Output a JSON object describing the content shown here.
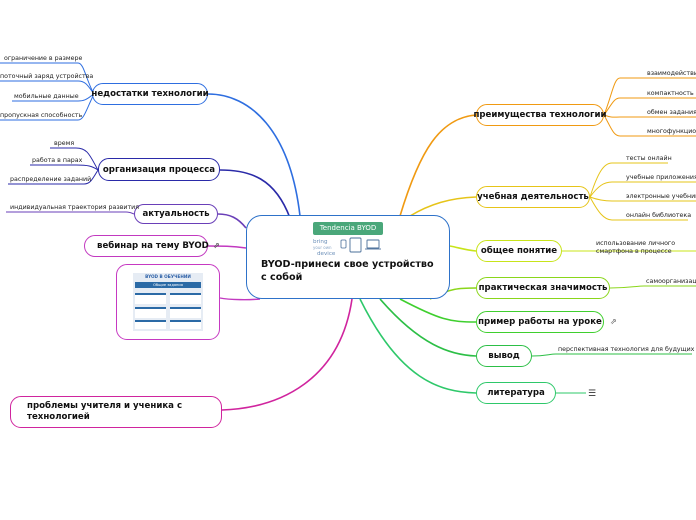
{
  "central": {
    "badge": "Tendencia BYOD",
    "logo_text": "bring your own device",
    "title": "BYOD-принеси свое устройство с собой"
  },
  "left": {
    "drawbacks": {
      "label": "недостатки технологии",
      "leaves": [
        "ограничение в размере",
        "поточный заряд устройства",
        "мобильные данные",
        "пропускная способность"
      ]
    },
    "organization": {
      "label": "организация процесса",
      "leaves": [
        "время",
        "работа в парах",
        "распределение заданий"
      ]
    },
    "relevance": {
      "label": "актуальность",
      "leaves": [
        "индивидуальная траектория развития"
      ]
    },
    "webinar": {
      "label": "вебинар на тему BYOD"
    },
    "image_card": {
      "heading": "BYOD В ОБУЧЕНИИ",
      "bar": "Общие задания"
    },
    "problems": {
      "label": "проблемы учителя и ученика с технологией"
    }
  },
  "right": {
    "advantages": {
      "label": "преимущества технологии",
      "leaves": [
        "взаимодействие",
        "компактность",
        "обмен заданиями",
        "многофункционал"
      ]
    },
    "learning": {
      "label": "учебная деятельность",
      "leaves": [
        "тесты онлайн",
        "учебные приложения",
        "электронные учебники",
        "онлайн библиотека"
      ]
    },
    "concept": {
      "label": "общее понятие",
      "leaves": [
        "использование личного смартфона в процессе"
      ]
    },
    "practical": {
      "label": "практическая значимость",
      "leaves": [
        "самоорганизация"
      ]
    },
    "example": {
      "label": "пример работы на уроке"
    },
    "conclusion": {
      "label": "вывод",
      "leaves": [
        "перспективная технология для будущих лет"
      ]
    },
    "literature": {
      "label": "литература"
    }
  },
  "colors": {
    "drawbacks": "#2e6ee0",
    "organization": "#2a2aa8",
    "relevance": "#6a3fb8",
    "webinar": "#c239c0",
    "problems": "#d0249e",
    "advantages": "#f09a12",
    "learning": "#e6c419",
    "concept": "#c8e41a",
    "practical": "#8ad61a",
    "example": "#3fcf2e",
    "conclusion": "#2cbf46",
    "literature": "#2ec86a",
    "central": "#2e72c9"
  },
  "icons": [
    "link-icon",
    "notes-icon"
  ]
}
